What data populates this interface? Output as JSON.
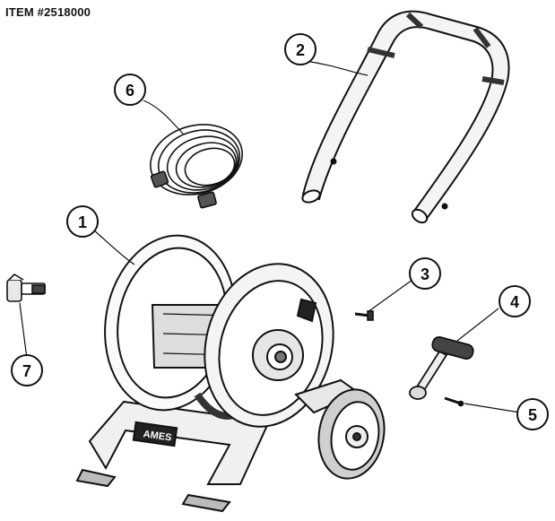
{
  "header": {
    "item_number": "ITEM #2518000"
  },
  "callouts": [
    {
      "id": "1",
      "label": "1"
    },
    {
      "id": "2",
      "label": "2"
    },
    {
      "id": "3",
      "label": "3"
    },
    {
      "id": "4",
      "label": "4"
    },
    {
      "id": "5",
      "label": "5"
    },
    {
      "id": "6",
      "label": "6"
    },
    {
      "id": "7",
      "label": "7"
    }
  ],
  "reel": {
    "brand_label": "AMES"
  },
  "colors": {
    "line": "#111111",
    "fill": "#ffffff",
    "shade": "#cfcfcf",
    "dark": "#555555"
  }
}
